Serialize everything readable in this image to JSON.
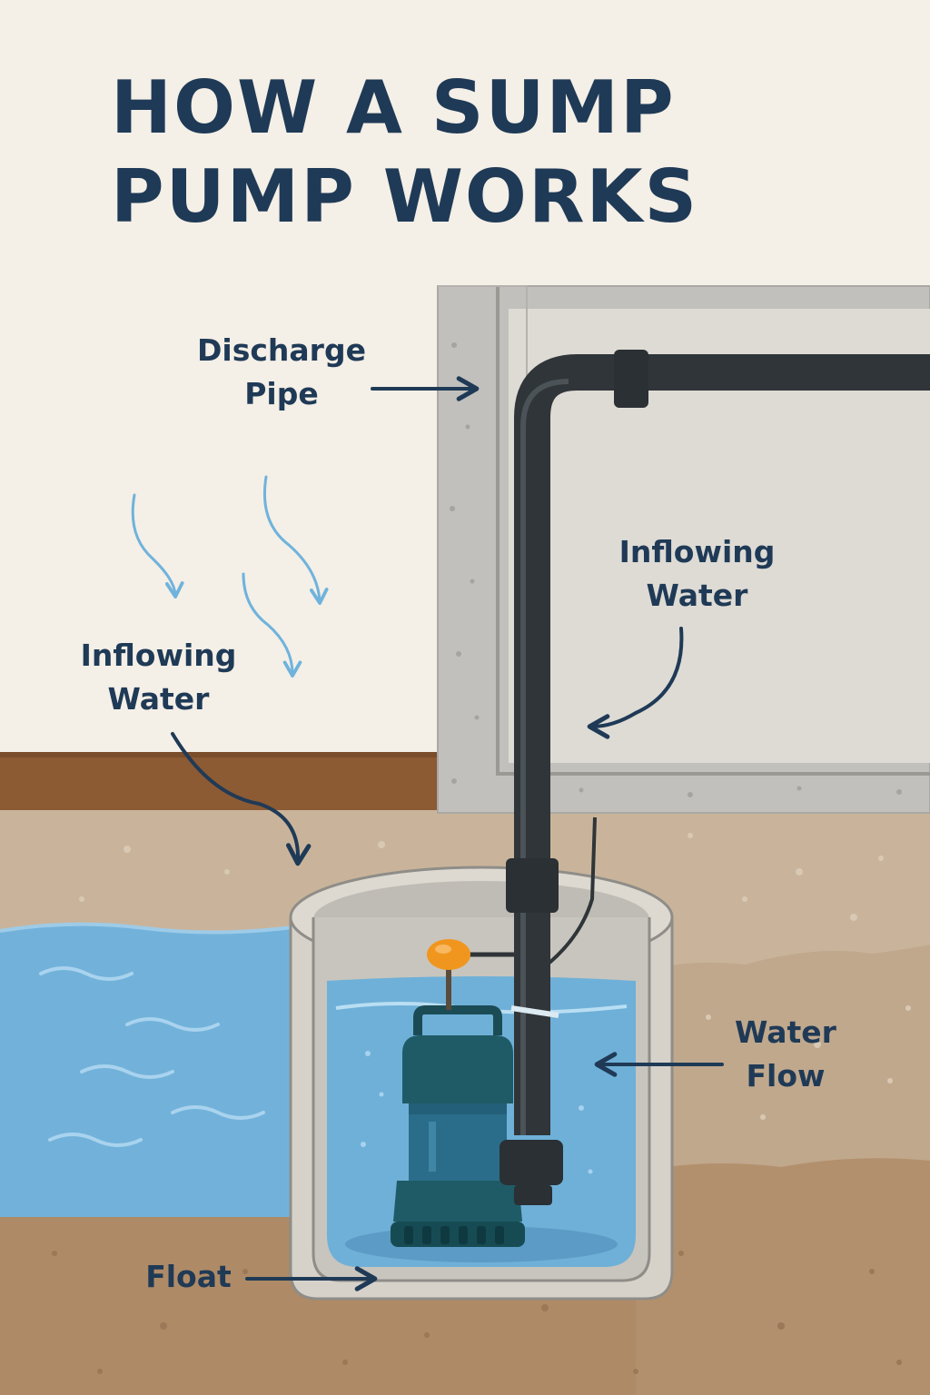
{
  "title": {
    "line1": "HOW A SUMP",
    "line2": "PUMP WORKS"
  },
  "labels": {
    "discharge_pipe": {
      "line1": "Discharge",
      "line2": "Pipe"
    },
    "inflowing_water_left": {
      "line1": "Inflowing",
      "line2": "Water"
    },
    "inflowing_water_right": {
      "line1": "Inflowing",
      "line2": "Water"
    },
    "water_flow": {
      "line1": "Water",
      "line2": "Flow"
    },
    "float": {
      "line1": "Float"
    }
  },
  "colors": {
    "background": "#f4efe7",
    "title_text": "#1f3a56",
    "soil": "#c7b29a",
    "deep_soil": "#ad8865",
    "floor_board": "#8c5a33",
    "water": "#6fb0d8",
    "pipe": "#363d42",
    "pump": "#1f5b66",
    "float_ball": "#f0961e",
    "concrete": "#bfbdb8"
  },
  "icons": [
    "arrow-icon",
    "rain-arrow-icon",
    "wave-icon"
  ]
}
